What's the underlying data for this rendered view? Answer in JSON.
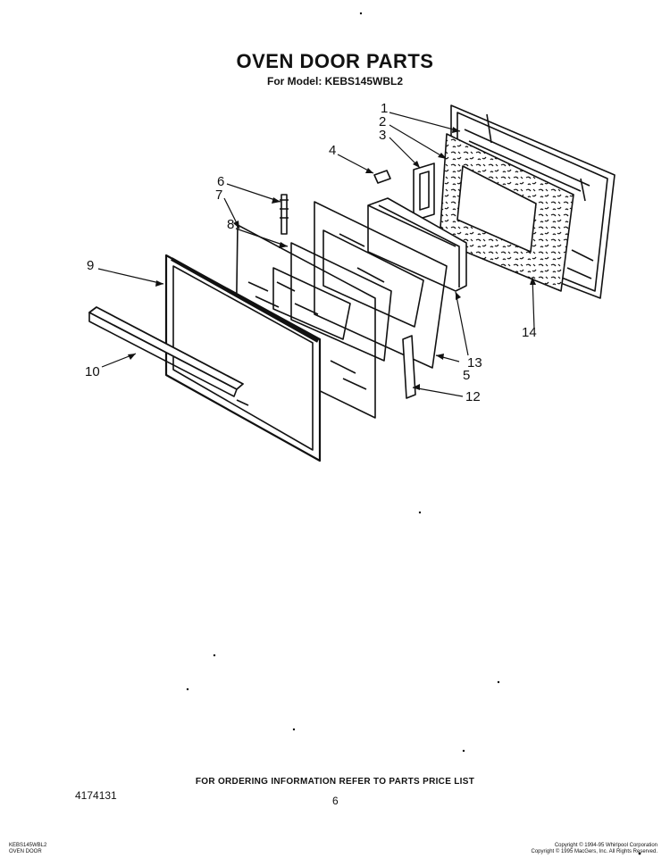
{
  "header": {
    "title": "OVEN DOOR PARTS",
    "model_line": "For Model: KEBS145WBL2"
  },
  "callouts": [
    "1",
    "2",
    "3",
    "4",
    "5",
    "6",
    "7",
    "8",
    "9",
    "10",
    "12",
    "13",
    "14"
  ],
  "footer": {
    "ordering_note": "FOR ORDERING INFORMATION REFER TO PARTS PRICE LIST",
    "document_number": "4174131",
    "page_number": "6",
    "bottom_left_line1": "KEBS145WBL2",
    "bottom_left_line2": "OVEN DOOR",
    "copyright_line1": "Copyright © 1994-95 Whirlpool Corporation",
    "copyright_line2": "Copyright © 1995 MacGers, Inc. All Rights Reserved."
  }
}
